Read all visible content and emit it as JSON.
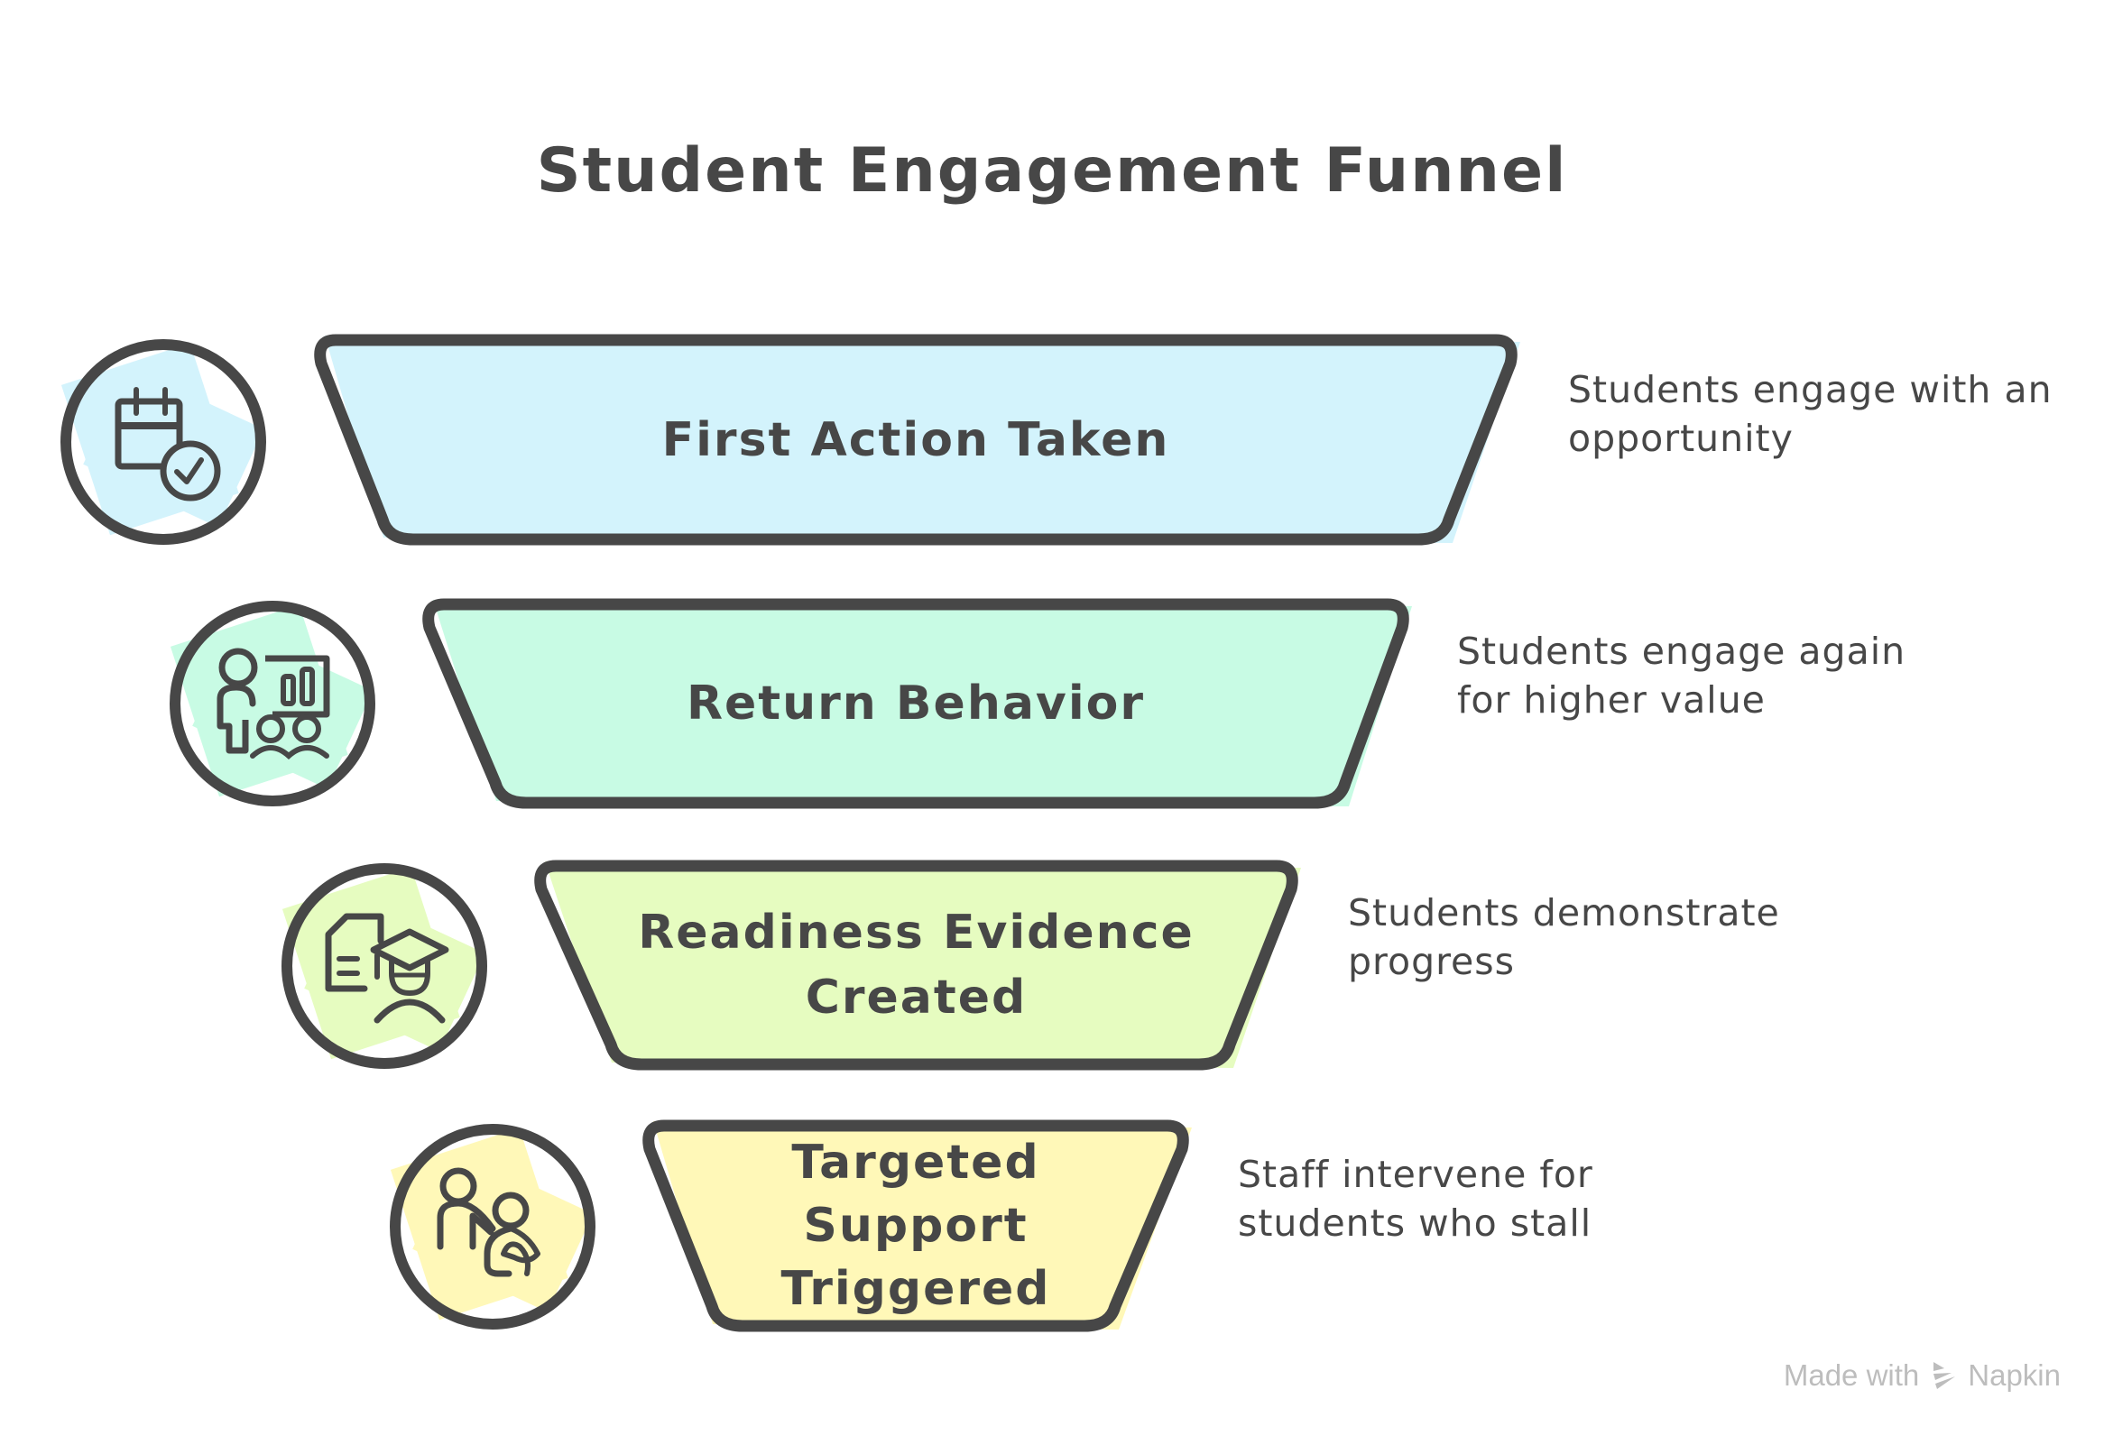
{
  "title": "Student Engagement Funnel",
  "stages": [
    {
      "label": "First Action Taken",
      "description": "Students engage with an opportunity",
      "icon": "calendar-check-icon",
      "fill_color": "#d3f3fc"
    },
    {
      "label": "Return Behavior",
      "description": "Students engage again for higher value",
      "icon": "presenter-audience-icon",
      "fill_color": "#c8fbe4"
    },
    {
      "label": "Readiness Evidence Created",
      "description": "Students demonstrate progress",
      "icon": "document-graduate-icon",
      "fill_color": "#e6fcc0"
    },
    {
      "label": "Targeted Support Triggered",
      "description": "Staff intervene for students who stall",
      "icon": "staff-support-icon",
      "fill_color": "#fff8b8"
    }
  ],
  "outline_color": "#474747",
  "watermark": {
    "prefix": "Made with",
    "brand": "Napkin",
    "icon": "napkin-logo-icon"
  }
}
